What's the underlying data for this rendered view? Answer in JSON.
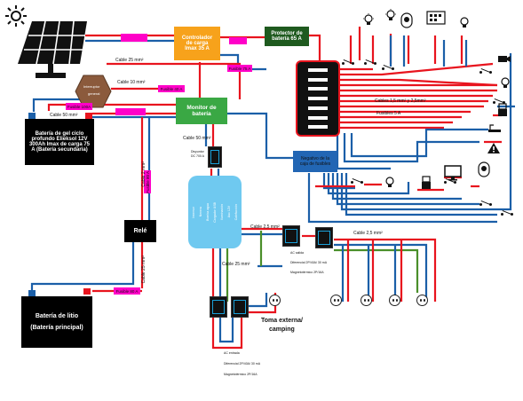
{
  "colors": {
    "positive": "#e8141e",
    "negative": "#1b5fa8",
    "earth": "#4a8f2a",
    "fuse": "#ff00c8",
    "controller": "#f7a21b",
    "monitor": "#3aa844",
    "protector": "#1f5a1f",
    "breaker_box": "#6fc9f0",
    "fuse_box": "#2266b4",
    "battery": "#000000"
  },
  "controller": {
    "line1": "Controlador",
    "line2": "de carga",
    "line3": "Imax 35 A"
  },
  "protector": {
    "line1": "Protector de",
    "line2": "batería 65 A"
  },
  "monitor": {
    "line1": "Monitor de",
    "line2": "batería"
  },
  "negative_box": {
    "line1": "Negativo de la",
    "line2": "caja de fusibles"
  },
  "relay": {
    "label": "Relé"
  },
  "interruptor": {
    "line1": "Interruptor",
    "line2": "general"
  },
  "gel_battery": {
    "line1": "Batería de gel ciclo",
    "line2": "profundo Elieksol 12V",
    "line3": "300Ah Imax de carga 75",
    "line4": "A (Batería secundaria)"
  },
  "lithium_battery": {
    "line1": "Batería de litio",
    "line2": "(Batería principal)"
  },
  "external": {
    "line1": "Toma externa/",
    "line2": "camping"
  },
  "cables": {
    "c25_top": "Cable 25 mm²",
    "c10": "Cable 10 mm²",
    "c50_left": "Cable 50 mm²",
    "c50_mon": "Cable 50 mm²",
    "c2_left": "Cable 2 mm²",
    "c25_vert": "Cable 25 mm²",
    "c25_mid": "Cable 2,5 mm²",
    "c25_right": "Cable 2,5 mm²",
    "c25_bottom": "Cable 25 mm²",
    "c15_25": "Cables 1,5 mm² y 2,5mm²",
    "fuses5": "Fusibles 5 A"
  },
  "fuses": {
    "f1": "",
    "f2": "",
    "f3": "Fusible 75 A",
    "f4": "Fusible 40 A",
    "f5": "Fusible 100A",
    "f6": "",
    "f7": "Fusible 80 A",
    "f8": "Fusible 80 A"
  },
  "disyuntor": {
    "line1": "Disyuntor",
    "line2": "DC 700 A"
  },
  "breaker_labels": [
    "Inversor",
    "Nevera",
    "Bomba agua",
    "Cargador USB",
    "Iluminación",
    "Aux 12V",
    "Calefacción"
  ],
  "ac_salida": {
    "line1": "AC salida",
    "line2": "Diferencial 2P/40A/ 30 mA",
    "line3": "Magnetotérmico 2P/16A"
  },
  "ac_entrada": {
    "line1": "AC entrada",
    "line2": "Diferencial 2P/40A/ 30 mA",
    "line3": "Magnetotérmico 2P/16A"
  },
  "icons": [
    "sun-icon",
    "solar-panel-icon",
    "light-bulb-icon",
    "light-bulb-icon",
    "tv-icon",
    "fridge-icon",
    "water-pump-icon",
    "camera-icon",
    "usb-icon",
    "shower-icon",
    "warning-icon",
    "computer-icon",
    "fan-icon"
  ]
}
